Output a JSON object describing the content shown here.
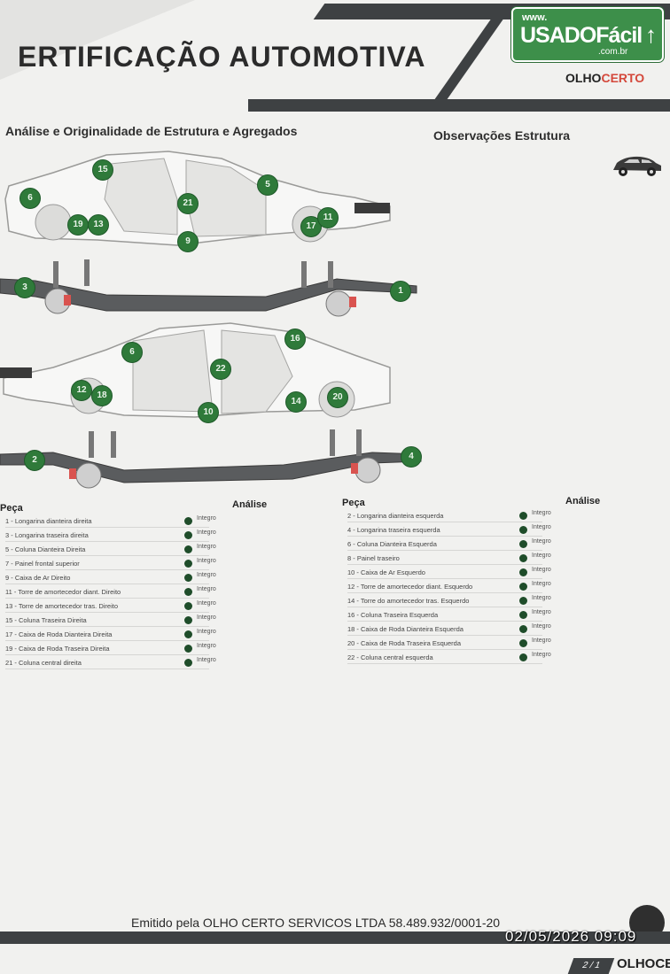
{
  "header": {
    "title": "ERTIFICAÇÃO AUTOMOTIVA",
    "brand_logo": "OLHOCERTO",
    "watermark": {
      "www": "www.",
      "main": "USADOFácil",
      "domain": ".com.br"
    }
  },
  "section": {
    "title": "Análise e Originalidade de Estrutura e Agregados",
    "observations_title": "Observações Estrutura"
  },
  "diagram_numbers": [
    "15",
    "5",
    "6",
    "21",
    "19",
    "13",
    "17",
    "11",
    "9",
    "3",
    "1",
    "16",
    "6",
    "22",
    "12",
    "18",
    "14",
    "20",
    "10",
    "2",
    "4"
  ],
  "table_left": {
    "col_piece": "Peça",
    "col_analysis": "Análise",
    "rows": [
      {
        "name": "1 - Longarina dianteira direita",
        "status": "Integro"
      },
      {
        "name": "3 - Longarina traseira direita",
        "status": "Integro"
      },
      {
        "name": "5 - Coluna Dianteira Direita",
        "status": "Integro"
      },
      {
        "name": "7 - Painel frontal superior",
        "status": "Integro"
      },
      {
        "name": "9 - Caixa de Ar Direito",
        "status": "Integro"
      },
      {
        "name": "11 - Torre de amortecedor diant. Direito",
        "status": "Integro"
      },
      {
        "name": "13 - Torre de amortecedor tras. Direito",
        "status": "Integro"
      },
      {
        "name": "15 - Coluna Traseira Direita",
        "status": "Integro"
      },
      {
        "name": "17 - Caixa de Roda Dianteira Direita",
        "status": "Integro"
      },
      {
        "name": "19 - Caixa de Roda Traseira Direita",
        "status": "Integro"
      },
      {
        "name": "21 - Coluna central direita",
        "status": "Integro"
      }
    ]
  },
  "table_right": {
    "col_piece": "Peça",
    "col_analysis": "Análise",
    "rows": [
      {
        "name": "2 - Longarina dianteira esquerda",
        "status": "Integro"
      },
      {
        "name": "4 - Longarina traseira esquerda",
        "status": "Integro"
      },
      {
        "name": "6 - Coluna Dianteira Esquerda",
        "status": "Integro"
      },
      {
        "name": "8 - Painel traseiro",
        "status": "Integro"
      },
      {
        "name": "10 - Caixa de Ar Esquerdo",
        "status": "Integro"
      },
      {
        "name": "12 - Torre de amortecedor diant. Esquerdo",
        "status": "Integro"
      },
      {
        "name": "14 - Torre do amortecedor tras. Esquerdo",
        "status": "Integro"
      },
      {
        "name": "16 - Coluna Traseira Esquerda",
        "status": "Integro"
      },
      {
        "name": "18 - Caixa de Roda Dianteira Esquerda",
        "status": "Integro"
      },
      {
        "name": "20 - Caixa de Roda Traseira Esquerda",
        "status": "Integro"
      },
      {
        "name": "22 - Coluna central esquerda",
        "status": "Integro"
      }
    ]
  },
  "footer": {
    "issued_by": "Emitido pela OLHO CERTO SERVICOS LTDA 58.489.932/0001-20",
    "timestamp": "02/05/2026  09:09",
    "page": "2 / 1",
    "logo": "OLHOCER"
  },
  "colors": {
    "badge": "#2f7a3a",
    "band": "#3e4143",
    "status_dot": "#1f4d2a"
  },
  "icons": [
    "car-side-icon",
    "arrow-up-icon",
    "seal-icon"
  ]
}
